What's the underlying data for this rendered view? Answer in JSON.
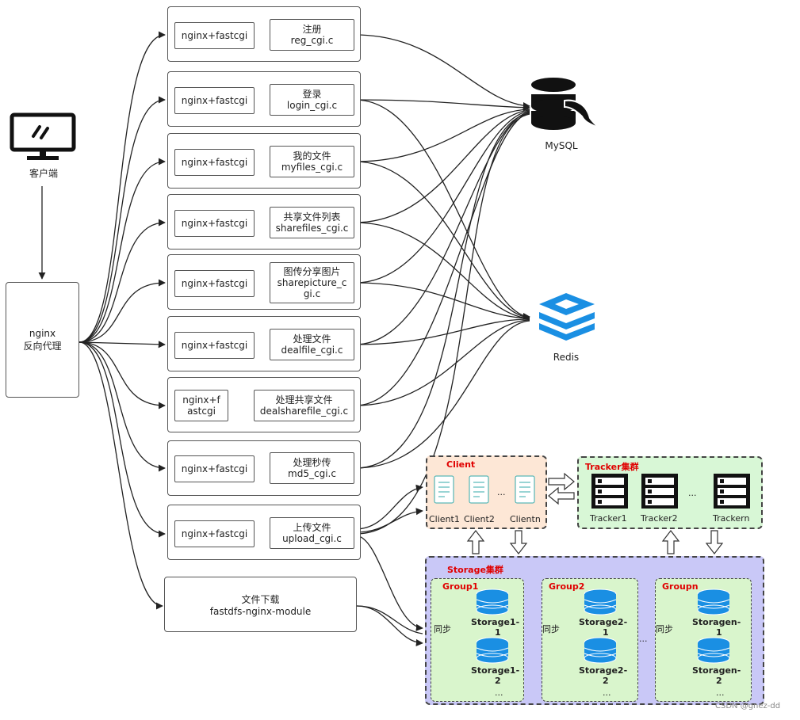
{
  "client": {
    "label": "客户端"
  },
  "proxy": {
    "line1": "nginx",
    "line2": "反向代理"
  },
  "cgi_rows": [
    {
      "left": "nginx+fastcgi",
      "right1": "注册",
      "right2": "reg_cgi.c"
    },
    {
      "left": "nginx+fastcgi",
      "right1": "登录",
      "right2": "login_cgi.c"
    },
    {
      "left": "nginx+fastcgi",
      "right1": "我的文件",
      "right2": "myfiles_cgi.c"
    },
    {
      "left": "nginx+fastcgi",
      "right1": "共享文件列表",
      "right2": "sharefiles_cgi.c"
    },
    {
      "left": "nginx+fastcgi",
      "right1": "图传分享图片",
      "right2": "sharepicture_c",
      "right3": "gi.c"
    },
    {
      "left": "nginx+fastcgi",
      "right1": "处理文件",
      "right2": "dealfile_cgi.c"
    },
    {
      "left": "nginx+f",
      "left2": "astcgi",
      "right1": "处理共享文件",
      "right2": "dealsharefile_cgi.c"
    },
    {
      "left": "nginx+fastcgi",
      "right1": "处理秒传",
      "right2": "md5_cgi.c"
    },
    {
      "left": "nginx+fastcgi",
      "right1": "上传文件",
      "right2": "upload_cgi.c"
    }
  ],
  "download": {
    "line1": "文件下载",
    "line2": "fastdfs-nginx-module"
  },
  "mysql": {
    "label": "MySQL"
  },
  "redis": {
    "label": "Redis"
  },
  "client_cluster": {
    "title": "Client",
    "items": [
      "Client1",
      "Client2",
      "Clientn"
    ],
    "ellipsis": "..."
  },
  "tracker_cluster": {
    "title": "Tracker集群",
    "items": [
      "Tracker1",
      "Tracker2",
      "Trackern"
    ],
    "ellipsis": "..."
  },
  "storage_cluster": {
    "title": "Storage集群",
    "groups": [
      {
        "title": "Group1",
        "sync": "同步",
        "s1a": "Storage1-",
        "s1b": "1",
        "s2a": "Storage1-",
        "s2b": "2",
        "more": "..."
      },
      {
        "title": "Group2",
        "sync": "同步",
        "s1a": "Storage2-",
        "s1b": "1",
        "s2a": "Storage2-",
        "s2b": "2",
        "more": "..."
      },
      {
        "title": "Groupn",
        "sync": "同步",
        "s1a": "Storagen-",
        "s1b": "1",
        "s2a": "Storagen-",
        "s2b": "2",
        "more": "..."
      }
    ],
    "between": "..."
  },
  "watermark": "CSDN @gnez-dd",
  "colors": {
    "client_fill": "#fde7d6",
    "tracker_fill": "#d8f7d6",
    "storage_fill": "#c9c8f7",
    "group_fill": "#d9f5cc",
    "accent_red": "#e00000",
    "redis_blue": "#1a8fe3",
    "storage_blue": "#1a8fe3"
  }
}
